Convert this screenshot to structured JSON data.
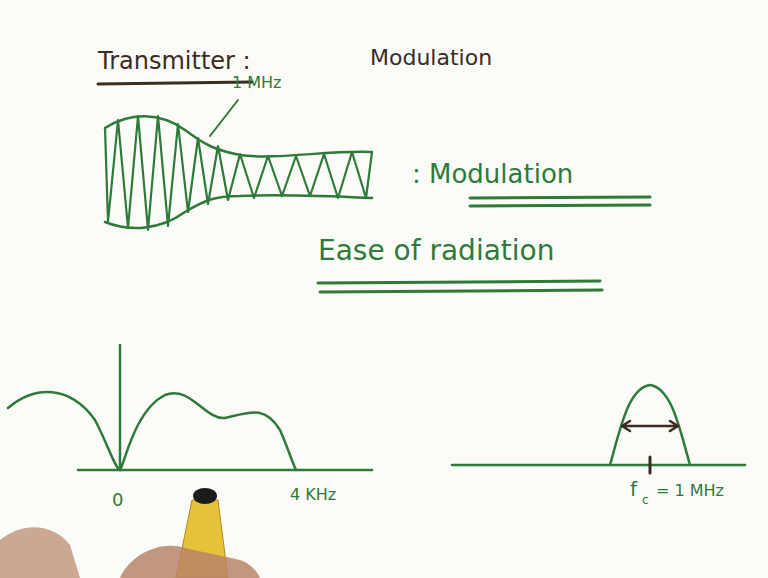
{
  "diagram": {
    "labels": [
      "Transmitter :",
      "Modulation",
      "1 MHz",
      ": Modulation",
      "Ease of radiation",
      "0",
      "4 KHz",
      "f",
      "c",
      "= 1 MHz"
    ]
  }
}
